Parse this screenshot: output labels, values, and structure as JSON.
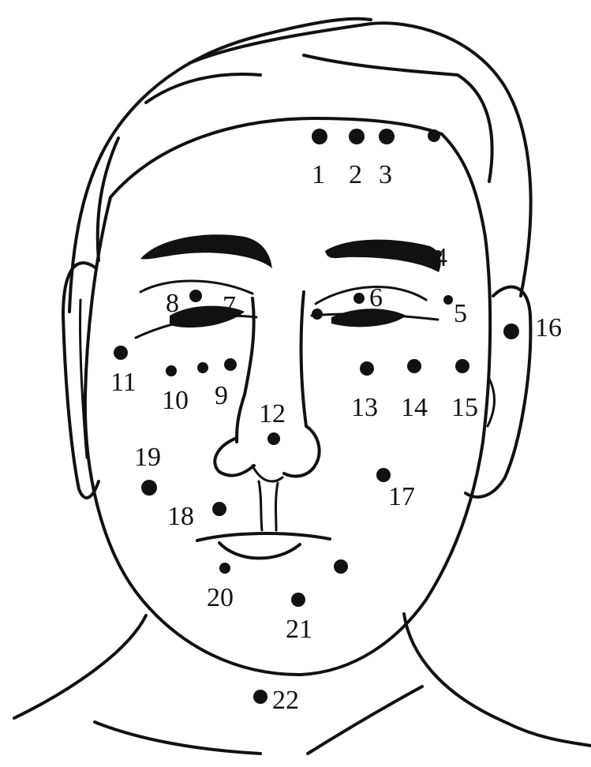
{
  "points": [
    {
      "label": "1"
    },
    {
      "label": "2"
    },
    {
      "label": "3"
    },
    {
      "label": "4"
    },
    {
      "label": "5"
    },
    {
      "label": "6"
    },
    {
      "label": "7"
    },
    {
      "label": "8"
    },
    {
      "label": "9"
    },
    {
      "label": "10"
    },
    {
      "label": "11"
    },
    {
      "label": "12"
    },
    {
      "label": "13"
    },
    {
      "label": "14"
    },
    {
      "label": "15"
    },
    {
      "label": "16"
    },
    {
      "label": "17"
    },
    {
      "label": "18"
    },
    {
      "label": "19"
    },
    {
      "label": "20"
    },
    {
      "label": "21"
    },
    {
      "label": "22"
    }
  ],
  "colors": {
    "ink": "#111111",
    "background": "#ffffff"
  }
}
